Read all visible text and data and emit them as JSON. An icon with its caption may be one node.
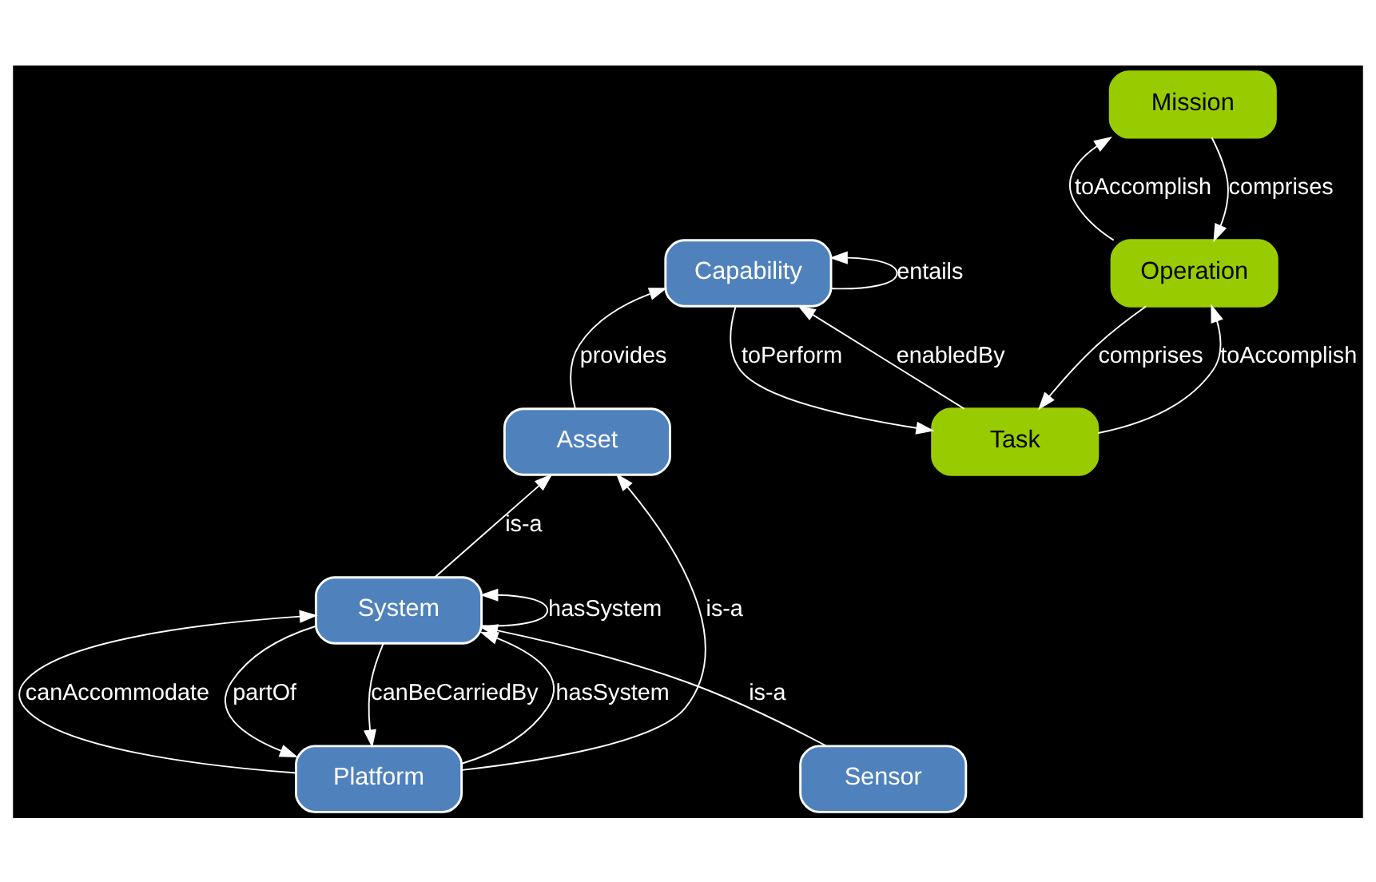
{
  "diagram": {
    "nodes": [
      {
        "text": [
          "Task"
        ]
      },
      {
        "text": [
          "Capability"
        ]
      },
      {
        "text": [
          "Operation"
        ]
      },
      {
        "text": [
          "Mission"
        ]
      },
      {
        "text": [
          "Asset"
        ]
      },
      {
        "text": [
          "Platform"
        ]
      },
      {
        "text": [
          "System"
        ]
      },
      {
        "text": [
          "Sensor"
        ]
      }
    ],
    "edges": [
      {
        "from": 1,
        "to": 0,
        "arrow": "to",
        "label": "toPerform"
      },
      {
        "from": 0,
        "to": 1,
        "arrow": "to",
        "label": "enabledBy"
      },
      {
        "from": 1,
        "to": 1,
        "arrow": "to",
        "label": "entails"
      },
      {
        "from": 2,
        "to": 0,
        "arrow": "to",
        "label": "comprises"
      },
      {
        "from": 0,
        "to": 2,
        "arrow": "to",
        "label": "toAccomplish"
      },
      {
        "from": 3,
        "to": 2,
        "arrow": "to",
        "label": "comprises"
      },
      {
        "from": 2,
        "to": 3,
        "arrow": "to",
        "label": "toAccomplish"
      },
      {
        "from": 4,
        "to": 1,
        "arrow": "to",
        "label": "provides"
      },
      {
        "from": 5,
        "to": 4,
        "arrow": "to",
        "label": "is-a"
      },
      {
        "from": 6,
        "to": 4,
        "arrow": "to",
        "label": "is-a"
      },
      {
        "from": 6,
        "to": 6,
        "arrow": "to",
        "label": "hasSystem"
      },
      {
        "from": 6,
        "to": 5,
        "arrow": "to",
        "label": "partOf"
      },
      {
        "from": 6,
        "to": 5,
        "arrow": "to",
        "label": "canBeCarriedBy"
      },
      {
        "from": 5,
        "to": 6,
        "arrow": "to",
        "label": "hasSystem"
      },
      {
        "from": 5,
        "to": 6,
        "arrow": "to",
        "label": "canAccommodate"
      },
      {
        "from": 7,
        "to": 6,
        "arrow": "to",
        "label": "is-a"
      }
    ]
  }
}
